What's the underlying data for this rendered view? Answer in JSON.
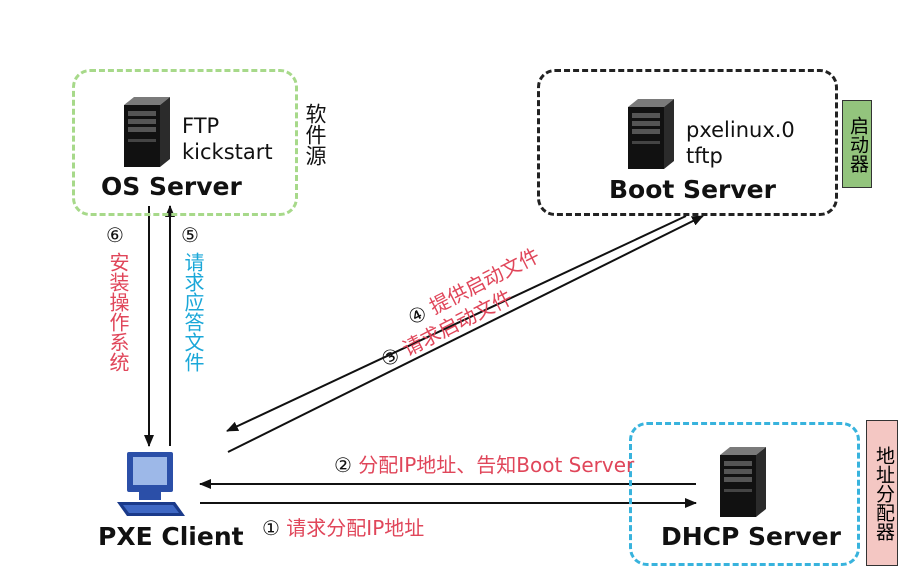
{
  "nodes": {
    "os_server": {
      "title": "OS Server",
      "services": [
        "FTP",
        "kickstart"
      ],
      "side_label": "软件源"
    },
    "boot_server": {
      "title": "Boot Server",
      "services": [
        "pxelinux.0",
        "tftp"
      ],
      "side_label": "启动器"
    },
    "dhcp_server": {
      "title": "DHCP Server",
      "side_label": "地址分配器"
    },
    "pxe_client": {
      "title": "PXE Client"
    }
  },
  "steps": [
    {
      "num": "①",
      "text": "请求分配IP地址"
    },
    {
      "num": "②",
      "text": "分配IP地址、告知Boot Server"
    },
    {
      "num": "③",
      "text": "请求启动文件"
    },
    {
      "num": "④",
      "text": "提供启动文件"
    },
    {
      "num": "⑤",
      "text": "请求应答文件"
    },
    {
      "num": "⑥",
      "text": "安装操作系统"
    }
  ],
  "colors": {
    "os_border": "#a7d98a",
    "boot_border": "#222222",
    "dhcp_border": "#38b3dd",
    "step_red": "#e0465a",
    "step_blue": "#1aa7d8",
    "boot_tag_bg": "#93c47d",
    "dhcp_tag_bg": "#f4c7c3"
  },
  "icons": [
    "server-icon",
    "computer-icon"
  ]
}
